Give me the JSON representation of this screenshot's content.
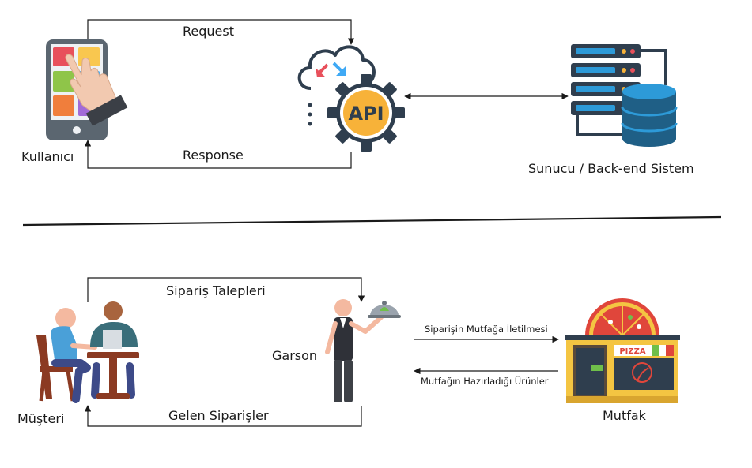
{
  "top": {
    "request_label": "Request",
    "response_label": "Response",
    "user_label": "Kullanıcı",
    "api_text": "API",
    "server_label": "Sunucu / Back-end Sistem"
  },
  "bottom": {
    "orders_request_label": "Sipariş Talepleri",
    "orders_incoming_label": "Gelen Siparişler",
    "customer_label": "Müşteri",
    "waiter_label": "Garson",
    "to_kitchen_label": "Siparişin Mutfağa İletilmesi",
    "from_kitchen_label": "Mutfağın Hazırladığı Ürünler",
    "kitchen_label": "Mutfak",
    "pizza_sign": "PIZZA"
  },
  "colors": {
    "line": "#1a1a1a",
    "api_gear": "#2f3e4e",
    "api_core": "#f7b239",
    "server_blue": "#2d9ad8",
    "server_dark": "#2f3e4e",
    "shop_yellow": "#f4c542",
    "pizza_red": "#e0463b"
  }
}
